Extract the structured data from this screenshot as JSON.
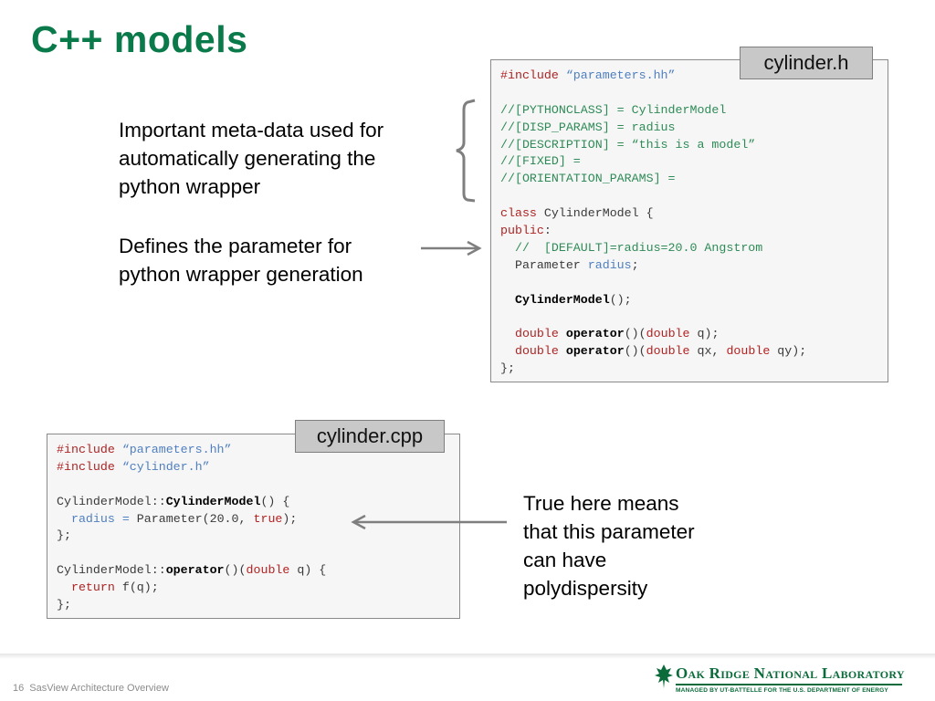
{
  "slide": {
    "title": "C++ models",
    "colors": {
      "title": "#0b7a4b",
      "keyword": "#b22222",
      "comment": "#2e8b57",
      "string": "#4f7fc0"
    }
  },
  "header_box": {
    "label": "cylinder.h",
    "code": [
      [
        {
          "t": "#include ",
          "c": "kw"
        },
        {
          "t": "“parameters.hh”",
          "c": "str"
        }
      ],
      [],
      [
        {
          "t": "//[PYTHONCLASS] = CylinderModel",
          "c": "cm"
        }
      ],
      [
        {
          "t": "//[DISP_PARAMS] = radius",
          "c": "cm"
        }
      ],
      [
        {
          "t": "//[DESCRIPTION] = “this is a model”",
          "c": "cm"
        }
      ],
      [
        {
          "t": "//[FIXED] =",
          "c": "cm"
        }
      ],
      [
        {
          "t": "//[ORIENTATION_PARAMS] =",
          "c": "cm"
        }
      ],
      [],
      [
        {
          "t": "class",
          "c": "kw"
        },
        {
          "t": " CylinderModel {",
          "c": ""
        }
      ],
      [
        {
          "t": "public",
          "c": "kw"
        },
        {
          "t": ":",
          "c": ""
        }
      ],
      [
        {
          "t": "  //  [DEFAULT]=radius=20.0 Angstrom",
          "c": "cm"
        }
      ],
      [
        {
          "t": "  Parameter ",
          "c": ""
        },
        {
          "t": "radius",
          "c": "id"
        },
        {
          "t": ";",
          "c": ""
        }
      ],
      [],
      [
        {
          "t": "  ",
          "c": ""
        },
        {
          "t": "CylinderModel",
          "c": "fn"
        },
        {
          "t": "();",
          "c": ""
        }
      ],
      [],
      [
        {
          "t": "  ",
          "c": ""
        },
        {
          "t": "double",
          "c": "kw"
        },
        {
          "t": " ",
          "c": ""
        },
        {
          "t": "operator",
          "c": "fn"
        },
        {
          "t": "()(",
          "c": ""
        },
        {
          "t": "double",
          "c": "kw"
        },
        {
          "t": " q);",
          "c": ""
        }
      ],
      [
        {
          "t": "  ",
          "c": ""
        },
        {
          "t": "double",
          "c": "kw"
        },
        {
          "t": " ",
          "c": ""
        },
        {
          "t": "operator",
          "c": "fn"
        },
        {
          "t": "()(",
          "c": ""
        },
        {
          "t": "double",
          "c": "kw"
        },
        {
          "t": " qx, ",
          "c": ""
        },
        {
          "t": "double",
          "c": "kw"
        },
        {
          "t": " qy);",
          "c": ""
        }
      ],
      [
        {
          "t": "};",
          "c": ""
        }
      ]
    ]
  },
  "cpp_box": {
    "label": "cylinder.cpp",
    "code": [
      [
        {
          "t": "#include ",
          "c": "kw"
        },
        {
          "t": "“parameters.hh”",
          "c": "str"
        }
      ],
      [
        {
          "t": "#include ",
          "c": "kw"
        },
        {
          "t": "“cylinder.h”",
          "c": "str"
        }
      ],
      [],
      [
        {
          "t": "CylinderModel::",
          "c": ""
        },
        {
          "t": "CylinderModel",
          "c": "fn"
        },
        {
          "t": "() {",
          "c": ""
        }
      ],
      [
        {
          "t": "  ",
          "c": ""
        },
        {
          "t": "radius",
          "c": "id"
        },
        {
          "t": " ",
          "c": ""
        },
        {
          "t": "=",
          "c": "id"
        },
        {
          "t": " Parameter(20.0, ",
          "c": ""
        },
        {
          "t": "true",
          "c": "kw"
        },
        {
          "t": ");",
          "c": ""
        }
      ],
      [
        {
          "t": "};",
          "c": ""
        }
      ],
      [],
      [
        {
          "t": "CylinderModel::",
          "c": ""
        },
        {
          "t": "operator",
          "c": "fn"
        },
        {
          "t": "()(",
          "c": ""
        },
        {
          "t": "double",
          "c": "kw"
        },
        {
          "t": " q) {",
          "c": ""
        }
      ],
      [
        {
          "t": "  ",
          "c": ""
        },
        {
          "t": "return",
          "c": "kw"
        },
        {
          "t": " f(q);",
          "c": ""
        }
      ],
      [
        {
          "t": "};",
          "c": ""
        }
      ]
    ]
  },
  "notes": {
    "metadata": [
      "Important meta-data used for",
      "automatically generating the",
      "python wrapper"
    ],
    "parameter": [
      "Defines the parameter for",
      "python wrapper generation"
    ],
    "polydispersity": [
      "True here means",
      "that this parameter",
      "can have",
      "polydispersity"
    ]
  },
  "footer": {
    "page_number": "16",
    "text": "SasView Architecture Overview",
    "logo_text": "Oak Ridge National Laboratory",
    "logo_subtext": "MANAGED BY UT-BATTELLE FOR THE U.S. DEPARTMENT OF ENERGY"
  }
}
